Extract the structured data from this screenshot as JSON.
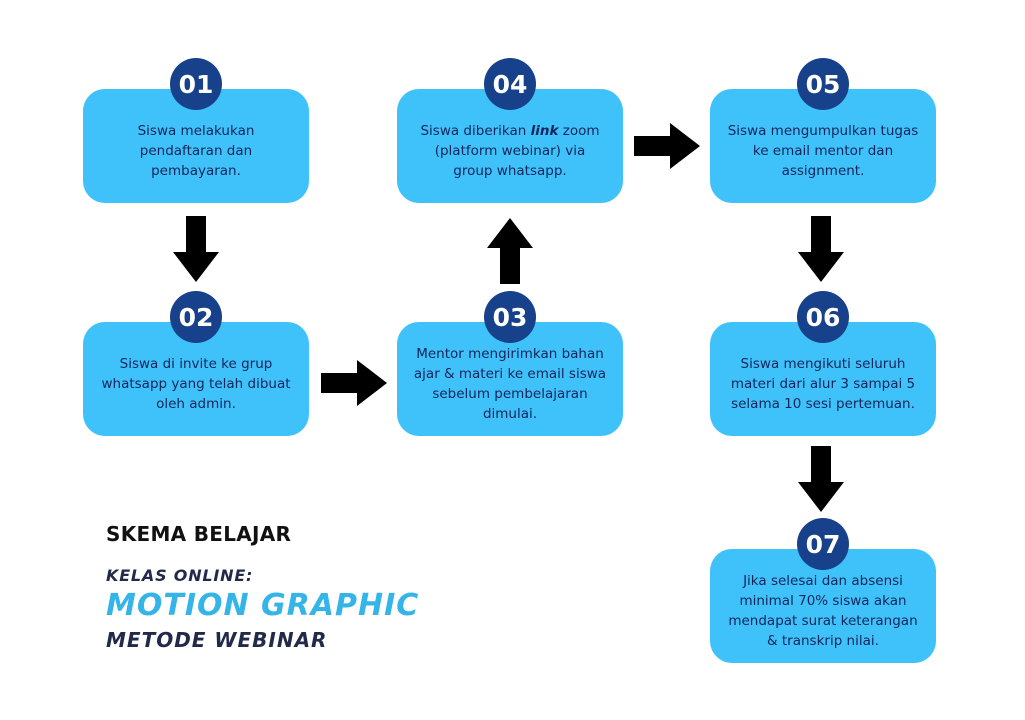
{
  "colors": {
    "box": "#3fc1fa",
    "badge": "#17418a",
    "text": "#13265b",
    "arrow": "#000000",
    "accent": "#35b4e8"
  },
  "steps": [
    {
      "number": "01",
      "text": "Siswa melakukan pendaftaran dan pembayaran."
    },
    {
      "number": "02",
      "text": "Siswa di invite ke grup whatsapp yang telah dibuat oleh admin."
    },
    {
      "number": "03",
      "text": "Mentor mengirimkan bahan ajar & materi ke email siswa sebelum pembelajaran dimulai."
    },
    {
      "number": "04",
      "text_before": "Siswa diberikan ",
      "text_italic": "link",
      "text_after": " zoom (platform webinar) via group whatsapp."
    },
    {
      "number": "05",
      "text": "Siswa mengumpulkan tugas ke email mentor dan assignment."
    },
    {
      "number": "06",
      "text": "Siswa mengikuti seluruh materi dari alur 3 sampai 5 selama 10 sesi pertemuan."
    },
    {
      "number": "07",
      "text": "Jika selesai dan absensi minimal 70% siswa akan mendapat surat keterangan & transkrip nilai."
    }
  ],
  "title": {
    "main": "SKEMA BELAJAR",
    "sub": "KELAS ONLINE:",
    "big": "MOTION GRAPHIC",
    "sub2": "METODE WEBINAR"
  }
}
